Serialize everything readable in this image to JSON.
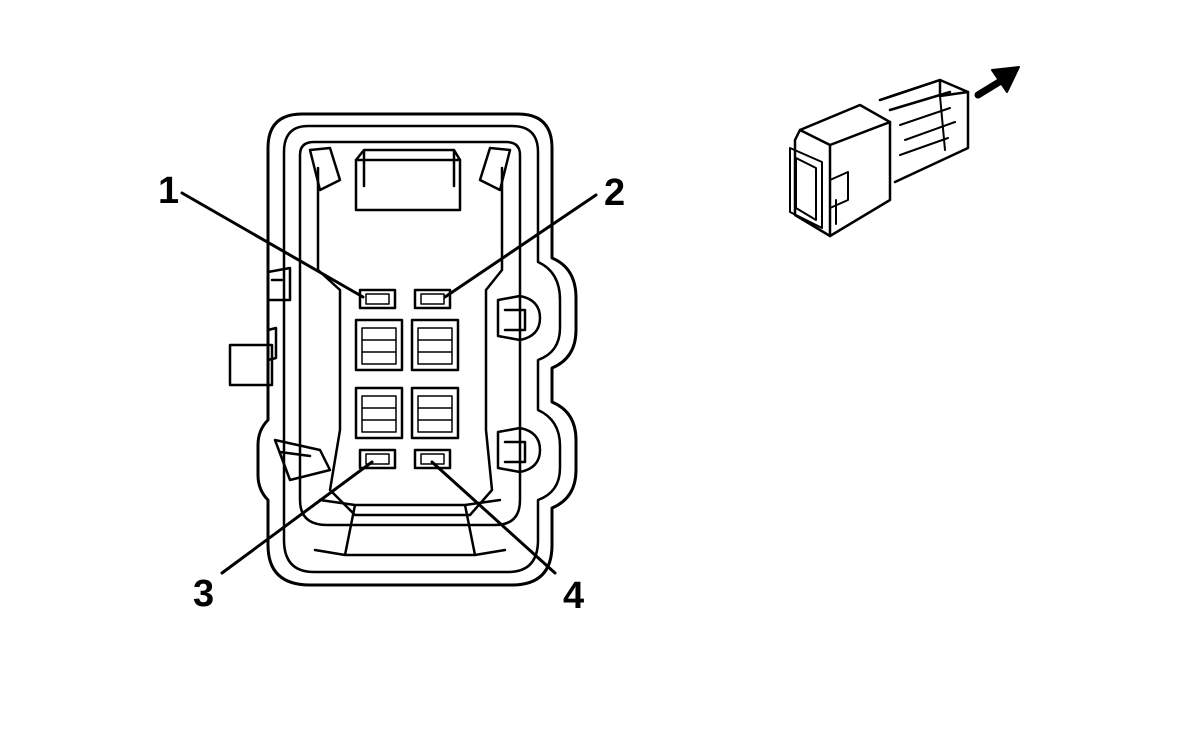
{
  "diagram": {
    "line_color": "#000000",
    "background": "#ffffff",
    "pins": [
      {
        "id": "1",
        "label": "1"
      },
      {
        "id": "2",
        "label": "2"
      },
      {
        "id": "3",
        "label": "3"
      },
      {
        "id": "4",
        "label": "4"
      }
    ],
    "direction_icon": "arrow-up-right-icon"
  }
}
